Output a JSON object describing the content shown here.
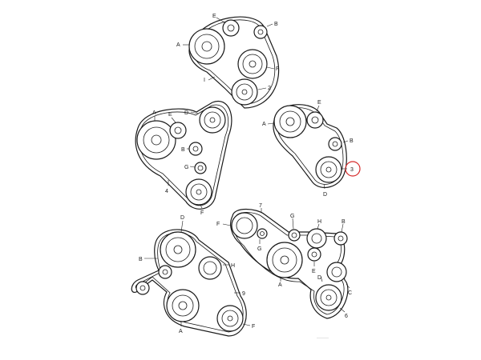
{
  "diagram": {
    "highlight_color": "#d62b2b",
    "figures": [
      {
        "id": "fig-top",
        "labels": [
          "E",
          "B",
          "A",
          "F",
          "I",
          "2"
        ]
      },
      {
        "id": "fig-left",
        "labels": [
          "A",
          "E",
          "D",
          "B",
          "G",
          "4",
          "F"
        ]
      },
      {
        "id": "fig-right",
        "labels": [
          "E",
          "A",
          "B",
          "3",
          "D"
        ]
      },
      {
        "id": "fig-bottom-right",
        "labels": [
          "7",
          "F",
          "G",
          "H",
          "B",
          "G",
          "A",
          "E",
          "6",
          "C",
          "D"
        ]
      },
      {
        "id": "fig-bottom-left",
        "labels": [
          "D",
          "B",
          "H",
          "9",
          "F",
          "A"
        ]
      }
    ],
    "watermark": "———"
  }
}
